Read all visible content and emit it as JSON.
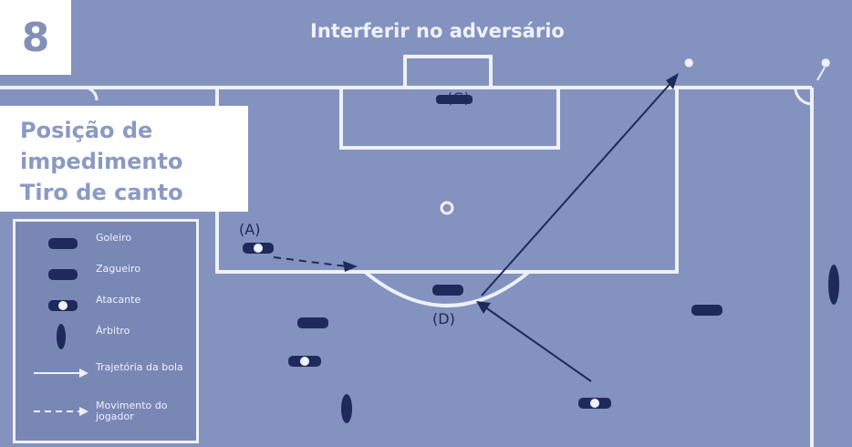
{
  "figure_number": "8",
  "diagram_title": "Interferir no adversário",
  "situation": {
    "line1": "Posição de",
    "line2": "impedimento",
    "line3": "Tiro de canto"
  },
  "legend": [
    {
      "icon": "goalkeeper-icon",
      "label": "Goleiro"
    },
    {
      "icon": "defender-icon",
      "label": "Zagueiro"
    },
    {
      "icon": "attacker-icon",
      "label": "Atacante"
    },
    {
      "icon": "referee-icon",
      "label": "Árbitro"
    },
    {
      "icon": "ball-trajectory-icon",
      "label": "Trajetória da bola"
    },
    {
      "icon": "player-movement-icon",
      "label": "Movimento do jogador"
    }
  ],
  "player_labels": {
    "goalkeeper": "(G)",
    "attacker_a": "(A)",
    "defender_d": "(D)"
  },
  "colors": {
    "field": "#8392be",
    "lines": "#eef1f9",
    "players": "#1d2a5a",
    "text_light": "#eef2ff",
    "title_text": "#8a9ac4"
  }
}
